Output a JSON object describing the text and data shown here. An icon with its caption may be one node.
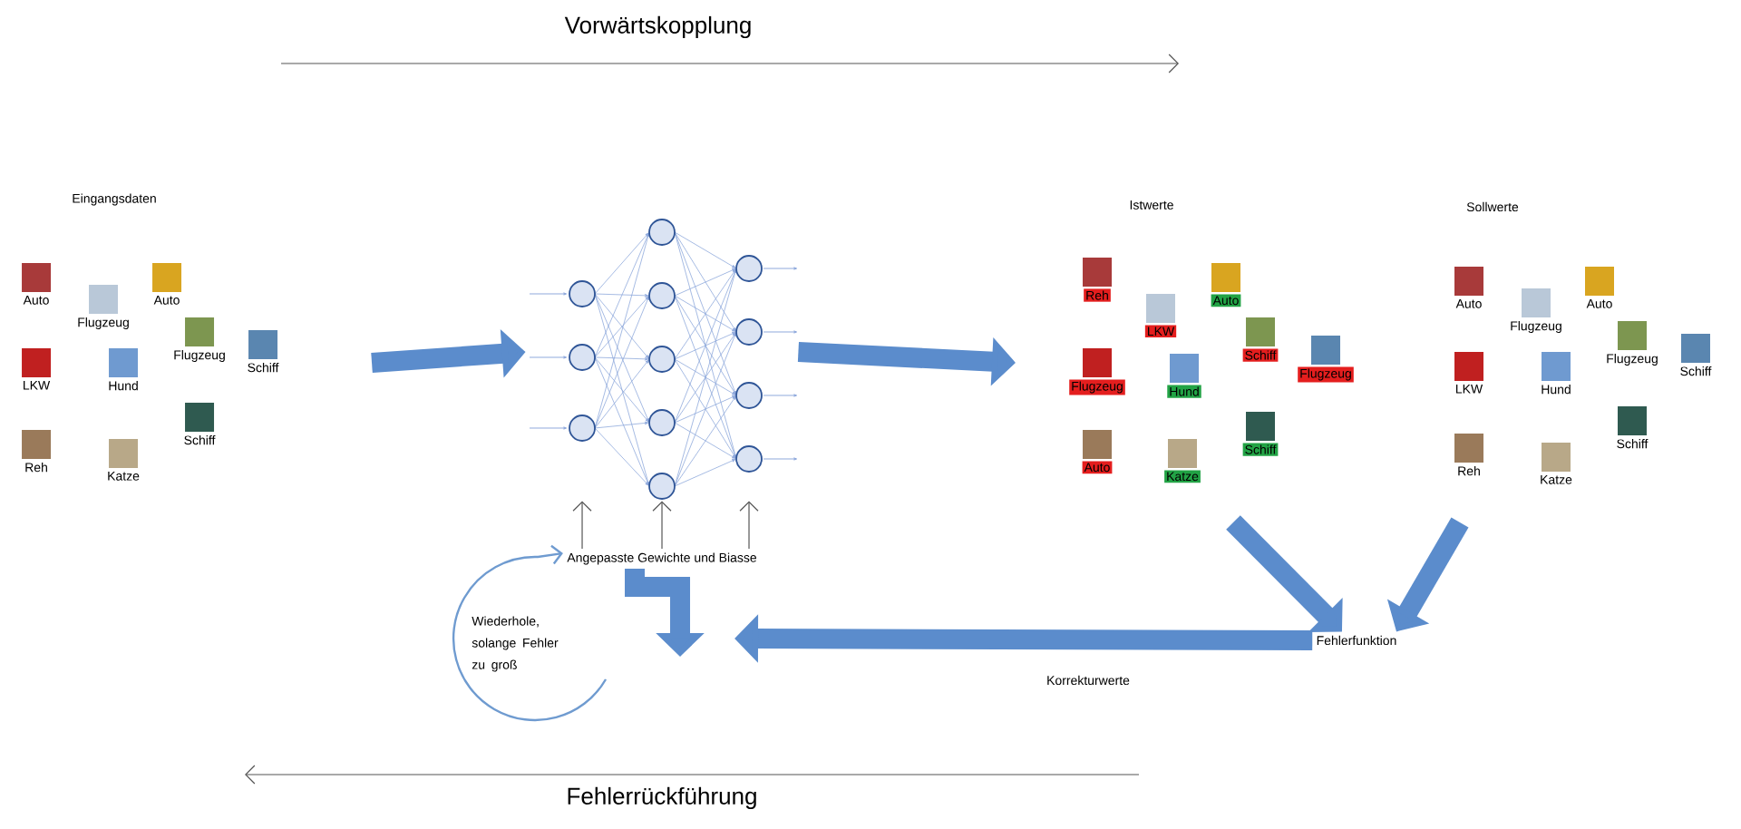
{
  "diagram": {
    "nodes": [
      {
        "text": [
          "Auto"
        ]
      },
      {
        "text": [
          "Flugzeug"
        ]
      },
      {
        "text": [
          "Auto"
        ]
      },
      {
        "text": [
          "LKW"
        ]
      },
      {
        "text": [
          "Hund"
        ]
      },
      {
        "text": [
          "Flugzeug"
        ]
      },
      {
        "text": [
          "Schiff"
        ]
      },
      {
        "text": [
          "Reh"
        ]
      },
      {
        "text": [
          "Katze"
        ]
      },
      {
        "text": [
          "Schiff"
        ]
      },
      {
        "text": [],
        "shape": "picture"
      },
      {
        "text": [
          "Reh"
        ]
      },
      {
        "text": [
          "LKW"
        ]
      },
      {
        "text": [
          "Auto"
        ]
      },
      {
        "text": [
          "Flugzeug"
        ]
      },
      {
        "text": [
          "Hund"
        ]
      },
      {
        "text": [
          "Schiff"
        ]
      },
      {
        "text": [
          "Flugzeug"
        ]
      },
      {
        "text": [
          "Auto"
        ]
      },
      {
        "text": [
          "Katze"
        ]
      },
      {
        "text": [
          "Schiff"
        ]
      },
      {
        "text": [
          "Auto"
        ]
      },
      {
        "text": [
          "Flugzeug"
        ]
      },
      {
        "text": [
          "Auto"
        ]
      },
      {
        "text": [
          "LKW"
        ]
      },
      {
        "text": [
          "Hund"
        ]
      },
      {
        "text": [
          "Flugzeug"
        ]
      },
      {
        "text": [
          "Schiff"
        ]
      },
      {
        "text": [
          "Reh"
        ]
      },
      {
        "text": [
          "Katze"
        ]
      },
      {
        "text": [
          "Schiff"
        ]
      },
      {
        "text": [
          "Angepasste Gewichte und Biasse"
        ]
      },
      {
        "text": [
          "Fehlerfunktion"
        ]
      }
    ],
    "edges": [
      {
        "from": null,
        "to": 10,
        "arrow": "to"
      },
      {
        "from": 10,
        "to": null,
        "arrow": "to"
      },
      {
        "from": null,
        "to": 32,
        "arrow": "to"
      },
      {
        "from": null,
        "to": 32,
        "arrow": "to"
      },
      {
        "from": 32,
        "to": null,
        "arrow": "to",
        "label": "Korrekturwerte"
      },
      {
        "from": 31,
        "to": null,
        "arrow": "to"
      },
      {
        "from": 31,
        "to": 10,
        "arrow": "to",
        "color": "#555555"
      },
      {
        "from": 31,
        "to": 10,
        "arrow": "to",
        "color": "#555555"
      },
      {
        "from": 31,
        "to": 10,
        "arrow": "to",
        "color": "#555555"
      },
      {
        "from": null,
        "to": 31,
        "arrow": "to",
        "color": "#6f9bd0"
      }
    ],
    "labels": [
      "Vorwärtskopplung",
      "Eingangsdaten",
      "Istwerte",
      "Sollwerte",
      "Wiederhole, solange Fehler zu groß",
      "Fehlerrückführung"
    ]
  }
}
